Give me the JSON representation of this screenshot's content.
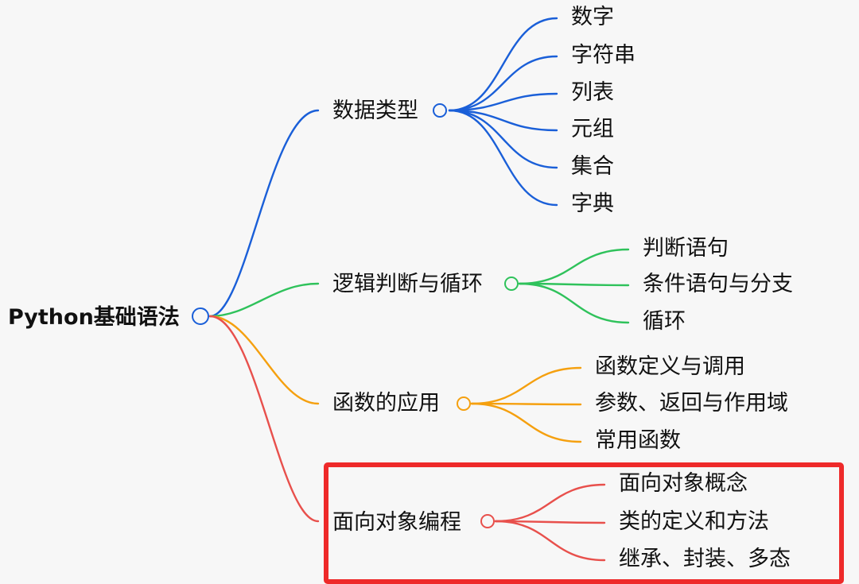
{
  "colors": {
    "blue": "#1a5fd8",
    "green": "#2fc25b",
    "orange": "#f5a00f",
    "red": "#e8504c",
    "highlight": "#ee2a2a"
  },
  "root": {
    "label": "Python基础语法"
  },
  "branches": [
    {
      "label": "数据类型",
      "color": "#1a5fd8",
      "children": [
        "数字",
        "字符串",
        "列表",
        "元组",
        "集合",
        "字典"
      ]
    },
    {
      "label": "逻辑判断与循环",
      "color": "#2fc25b",
      "children": [
        "判断语句",
        "条件语句与分支",
        "循环"
      ]
    },
    {
      "label": "函数的应用",
      "color": "#f5a00f",
      "children": [
        "函数定义与调用",
        "参数、返回与作用域",
        "常用函数"
      ]
    },
    {
      "label": "面向对象编程",
      "color": "#e8504c",
      "highlighted": true,
      "children": [
        "面向对象概念",
        "类的定义和方法",
        "继承、封装、多态"
      ]
    }
  ]
}
